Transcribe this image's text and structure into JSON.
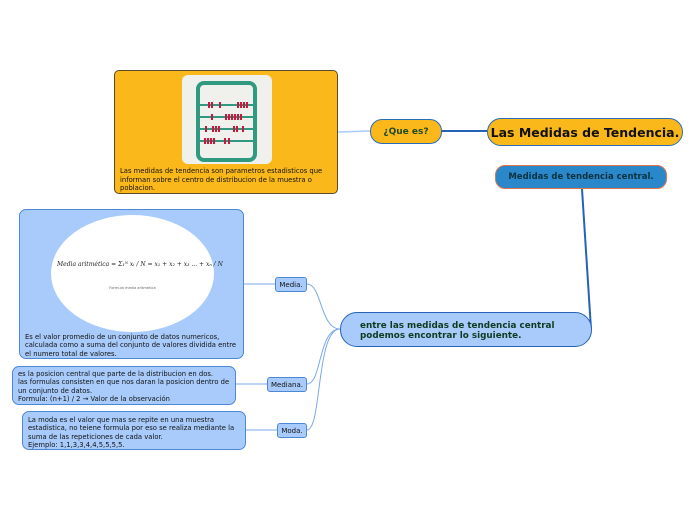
{
  "mindmap": {
    "root": {
      "label": "Las Medidas de Tendencia."
    },
    "que_es": {
      "label": "¿Que es?",
      "card": {
        "image": "abacus-icon",
        "text": "Las medidas de tendencia son parametros estadisticos que informan sobre el centro de distribucion de la muestra o poblacion."
      }
    },
    "medidas": {
      "label": "Medidas de tendencia central.",
      "child": {
        "label_line1": "entre las medidas de tendencia central",
        "label_line2": "podemos encontrar lo siguiente.",
        "children": [
          {
            "label": "Media.",
            "formula": "Media aritmética = Σ₁ᴺ xᵢ / N = x₁ + x₂ + x₃ ... + xₙ / N",
            "formula_caption": "Formula media aritmetica",
            "text": "Es el valor promedio de un conjunto de datos numericos, calculada como a suma del conjunto de valores dividida entre el numero total de valores."
          },
          {
            "label": "Mediana.",
            "lines": [
              "es la posicion central que parte de la distribucion en dos.",
              "las formulas consisten en que nos daran la posicion dentro de un conjunto de datos.",
              "Formula:  (n+1) / 2 → Valor de la observación"
            ]
          },
          {
            "label": "Moda.",
            "lines": [
              "La moda es el valor que mas se repite en una muestra estadistica, no teiene formula por eso se realiza mediante la suma de las repeticiones de cada valor.",
              "Ejemplo: 1,1,3,3,4,4,5,5,5,5."
            ]
          }
        ]
      }
    },
    "colors": {
      "yellow": "#fbb81a",
      "light_blue": "#a8cbfb",
      "mid_blue": "#2a87c9",
      "line_blue": "#2563b8",
      "teal": "#2f9a7f",
      "bead_red": "#c8193c"
    }
  }
}
